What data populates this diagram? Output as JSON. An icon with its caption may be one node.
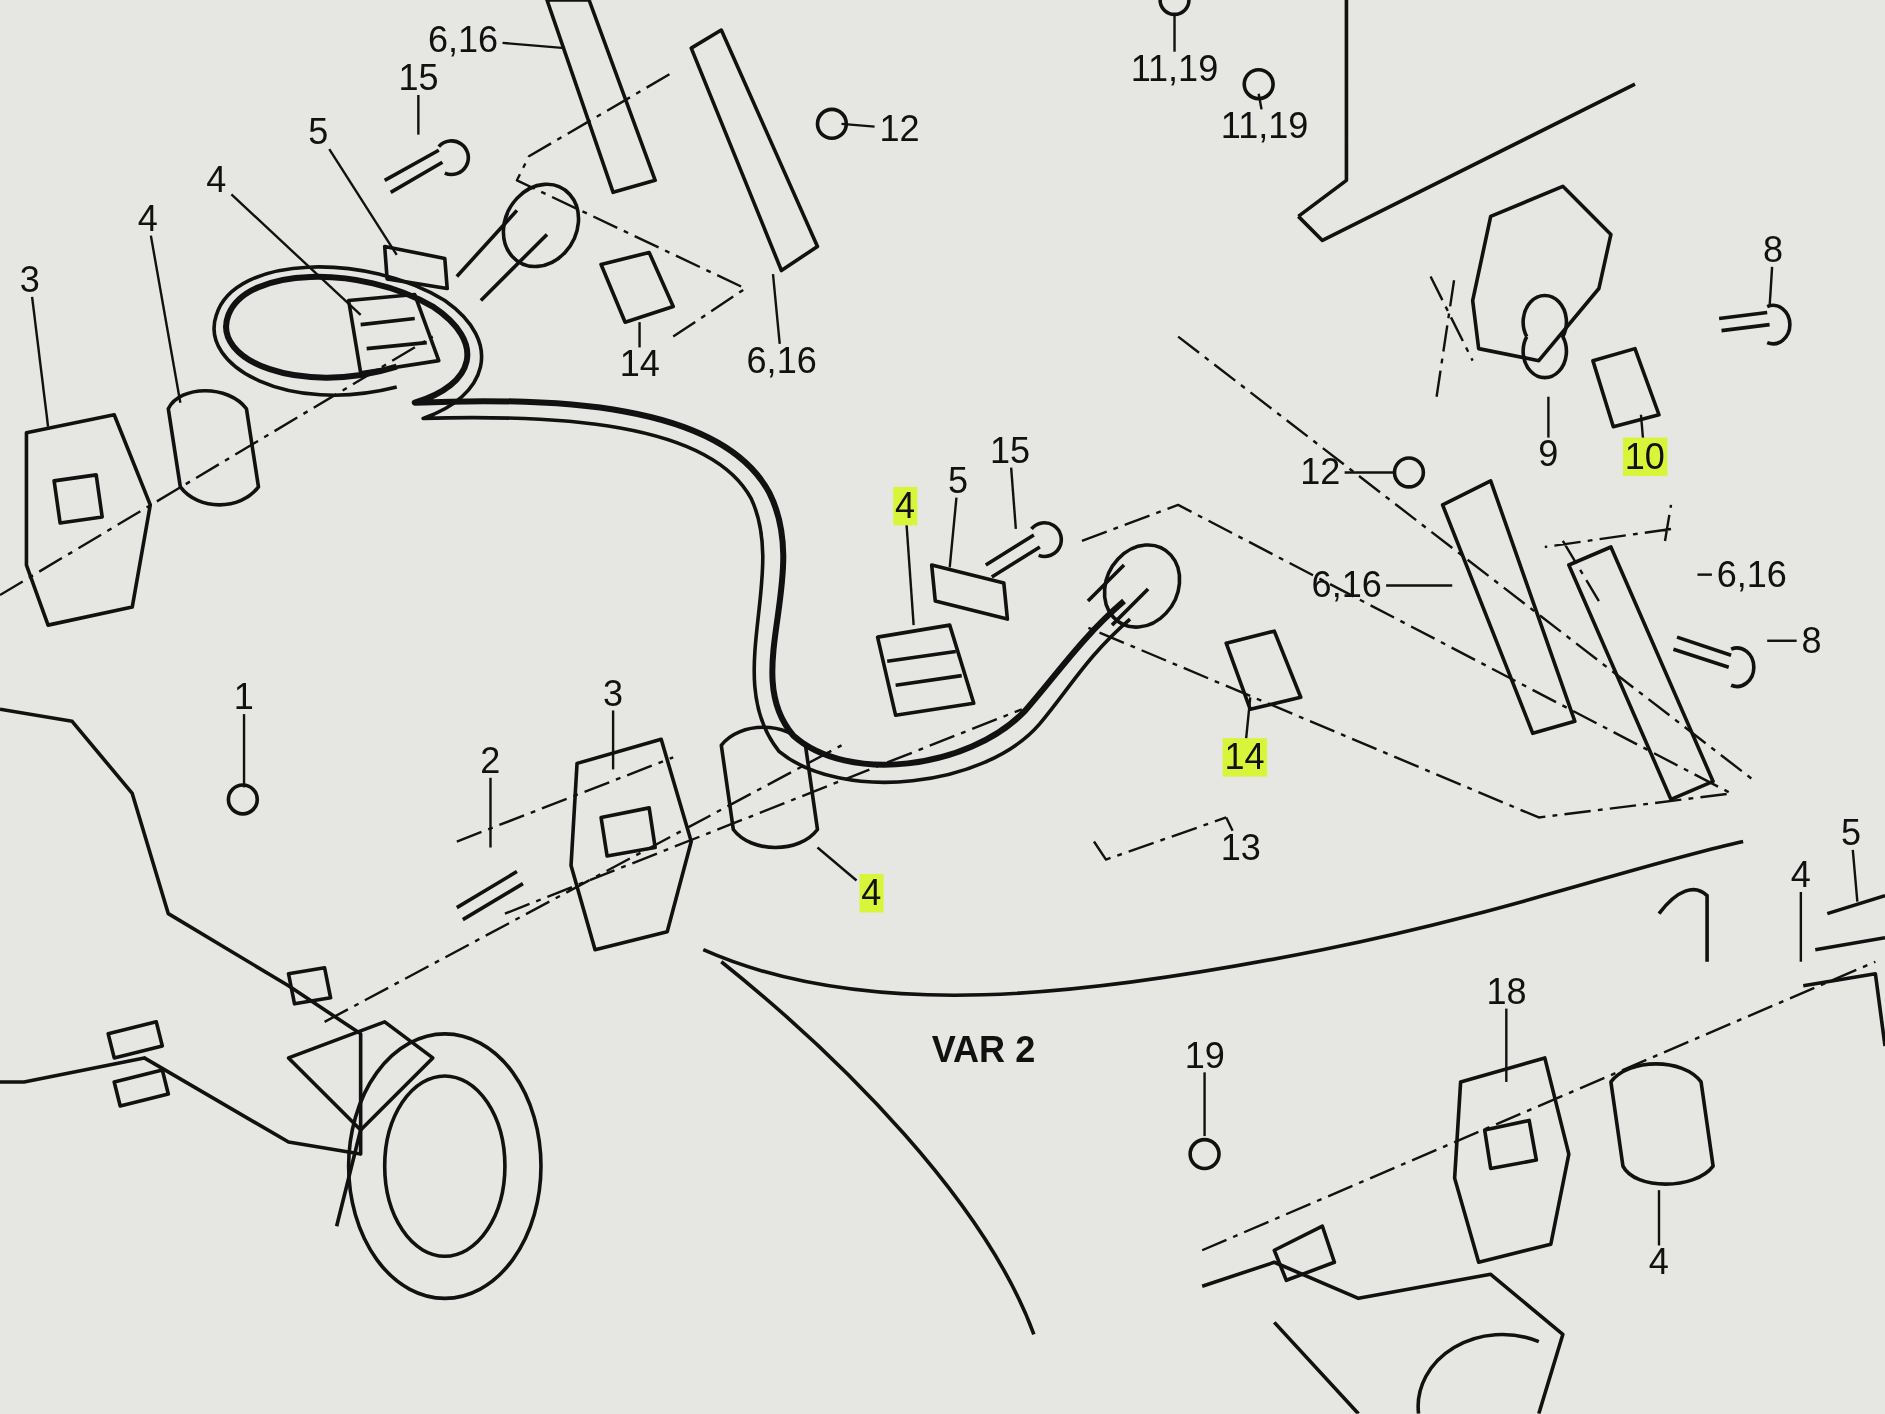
{
  "diagram": {
    "nodes": [
      {
        "text": [
          "6,16"
        ]
      },
      {
        "text": [
          "11,19"
        ]
      },
      {
        "text": [
          "15"
        ]
      },
      {
        "text": [
          "11,19"
        ]
      },
      {
        "text": [
          "12"
        ]
      },
      {
        "text": [
          "5"
        ]
      },
      {
        "text": [
          "4"
        ]
      },
      {
        "text": [
          "4"
        ]
      },
      {
        "text": [
          "8"
        ]
      },
      {
        "text": [
          "3"
        ]
      },
      {
        "text": [
          "14"
        ]
      },
      {
        "text": [
          "6,16"
        ]
      },
      {
        "text": [
          "15"
        ]
      },
      {
        "text": [
          "9"
        ]
      },
      {
        "text": [
          "10"
        ]
      },
      {
        "text": [
          "12"
        ]
      },
      {
        "text": [
          "5"
        ]
      },
      {
        "text": [
          "4"
        ]
      },
      {
        "text": [
          "6,16"
        ]
      },
      {
        "text": [
          "6,16"
        ]
      },
      {
        "text": [
          "8"
        ]
      },
      {
        "text": [
          "3"
        ]
      },
      {
        "text": [
          "1"
        ]
      },
      {
        "text": [
          "14"
        ]
      },
      {
        "text": [
          "2"
        ]
      },
      {
        "text": [
          "5"
        ]
      },
      {
        "text": [
          "13"
        ]
      },
      {
        "text": [
          "4"
        ]
      },
      {
        "text": [
          "4"
        ]
      },
      {
        "text": [
          "18"
        ]
      },
      {
        "text": [
          "19"
        ]
      },
      {
        "text": [
          "4"
        ]
      }
    ],
    "edges": [
      {
        "from": 0,
        "to": null,
        "arrow": "none"
      },
      {
        "from": 1,
        "to": null,
        "arrow": "none"
      },
      {
        "from": 2,
        "to": null,
        "arrow": "none"
      },
      {
        "from": 3,
        "to": null,
        "arrow": "none"
      },
      {
        "from": 4,
        "to": null,
        "arrow": "none"
      },
      {
        "from": 5,
        "to": null,
        "arrow": "none"
      },
      {
        "from": 6,
        "to": null,
        "arrow": "none"
      },
      {
        "from": 7,
        "to": null,
        "arrow": "none"
      },
      {
        "from": 8,
        "to": null,
        "arrow": "none"
      },
      {
        "from": 9,
        "to": null,
        "arrow": "none"
      },
      {
        "from": 10,
        "to": null,
        "arrow": "none"
      },
      {
        "from": 11,
        "to": null,
        "arrow": "none"
      },
      {
        "from": 12,
        "to": null,
        "arrow": "none"
      },
      {
        "from": 13,
        "to": null,
        "arrow": "none"
      },
      {
        "from": 14,
        "to": null,
        "arrow": "none"
      },
      {
        "from": 15,
        "to": null,
        "arrow": "none"
      },
      {
        "from": 16,
        "to": null,
        "arrow": "none"
      },
      {
        "from": 17,
        "to": null,
        "arrow": "none"
      },
      {
        "from": 18,
        "to": null,
        "arrow": "none"
      },
      {
        "from": 19,
        "to": null,
        "arrow": "none"
      },
      {
        "from": 20,
        "to": null,
        "arrow": "none"
      },
      {
        "from": 21,
        "to": null,
        "arrow": "none"
      },
      {
        "from": 22,
        "to": null,
        "arrow": "none"
      },
      {
        "from": 23,
        "to": null,
        "arrow": "none"
      },
      {
        "from": 24,
        "to": null,
        "arrow": "none"
      },
      {
        "from": 25,
        "to": null,
        "arrow": "none"
      },
      {
        "from": 26,
        "to": null,
        "arrow": "none"
      },
      {
        "from": 27,
        "to": null,
        "arrow": "none"
      },
      {
        "from": 28,
        "to": null,
        "arrow": "none"
      },
      {
        "from": 29,
        "to": null,
        "arrow": "none"
      },
      {
        "from": 30,
        "to": null,
        "arrow": "none"
      },
      {
        "from": 31,
        "to": null,
        "arrow": "none"
      }
    ],
    "labels": [
      "VAR 2"
    ]
  }
}
